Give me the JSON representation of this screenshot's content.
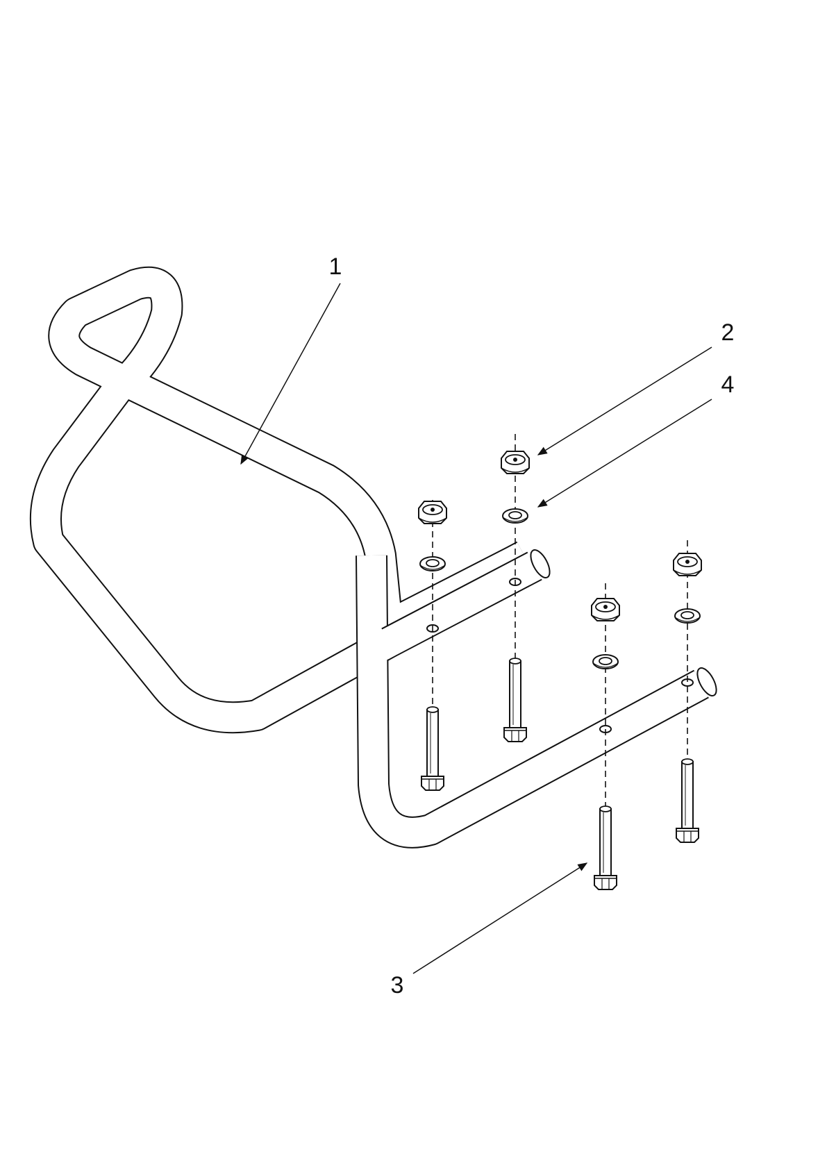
{
  "diagram": {
    "callouts": [
      {
        "id": "1",
        "label": "1"
      },
      {
        "id": "2",
        "label": "2"
      },
      {
        "id": "3",
        "label": "3"
      },
      {
        "id": "4",
        "label": "4"
      }
    ]
  },
  "colors": {
    "ink": "#111111",
    "background": "#ffffff"
  }
}
